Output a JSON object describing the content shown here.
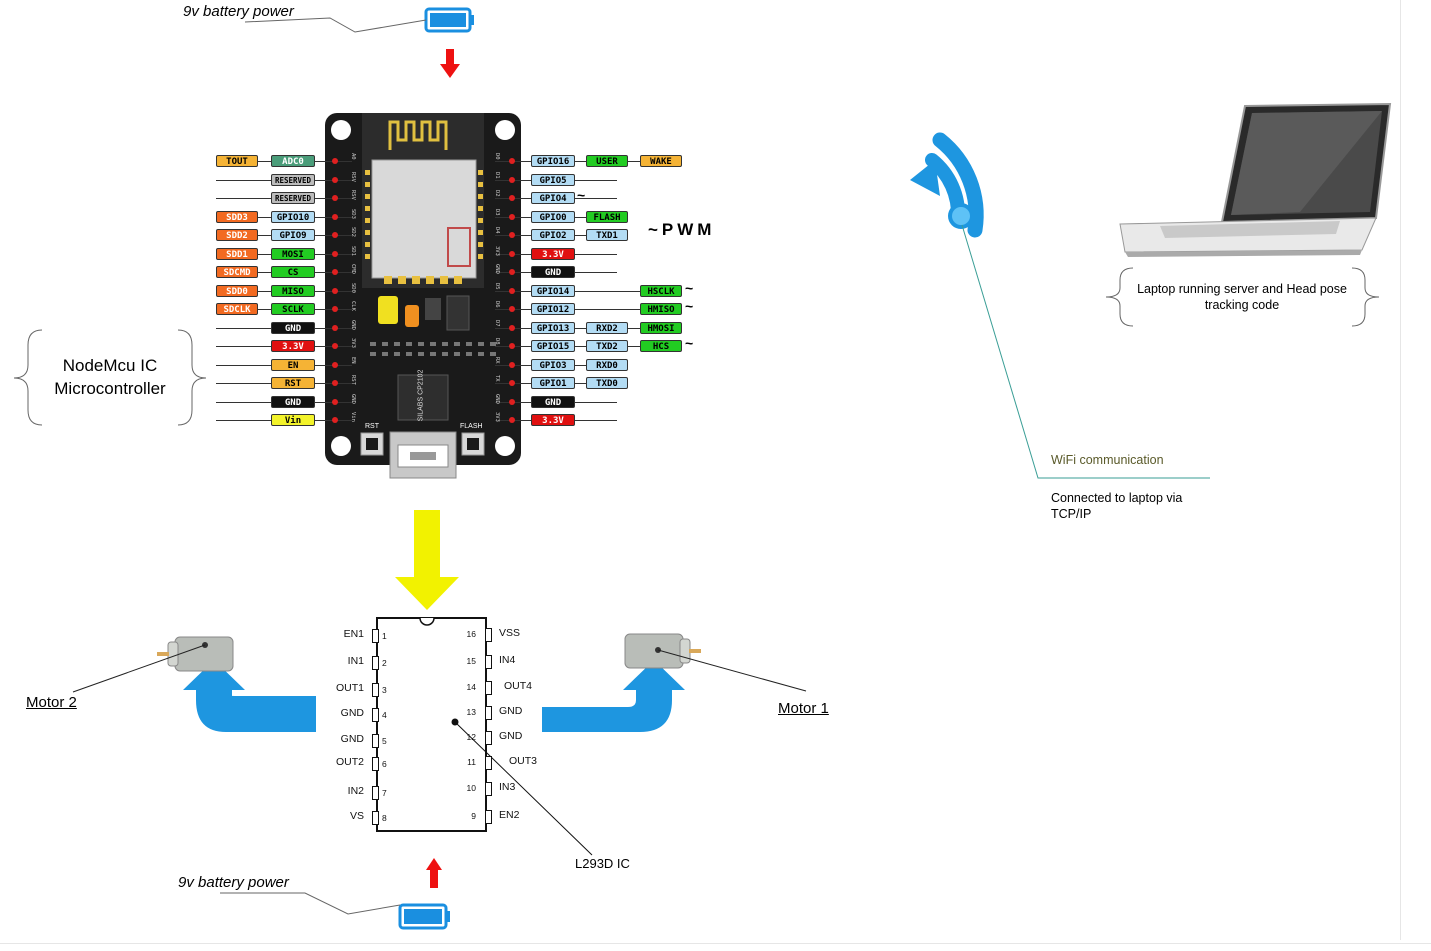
{
  "labels": {
    "battery_top": "9v battery  power",
    "battery_bottom": "9v battery power",
    "nodemcu": "NodeMcu IC Microcontroller",
    "pwm": "~PWM",
    "motor1": "Motor 1",
    "motor2": "Motor 2",
    "l293d": "L293D IC",
    "laptop": "Laptop running server and Head pose tracking code",
    "wifi_comm": "WiFi communication",
    "wifi_conn": "Connected to laptop via TCP/IP",
    "rst": "RST",
    "flash": "FLASH",
    "silabs": "SILABS CP2102"
  },
  "nodemcu_left_pins": [
    {
      "outer": "TOUT",
      "inner": "ADC0",
      "code": "A0"
    },
    {
      "outer": "",
      "inner": "RESERVED",
      "code": "RSV"
    },
    {
      "outer": "",
      "inner": "RESERVED",
      "code": "RSV"
    },
    {
      "outer": "SDD3",
      "inner": "GPIO10",
      "code": "SD3"
    },
    {
      "outer": "SDD2",
      "inner": "GPIO9",
      "code": "SD2"
    },
    {
      "outer": "SDD1",
      "inner": "MOSI",
      "code": "SD1"
    },
    {
      "outer": "SDCMD",
      "inner": "CS",
      "code": "CMD"
    },
    {
      "outer": "SDD0",
      "inner": "MISO",
      "code": "SD0"
    },
    {
      "outer": "SDCLK",
      "inner": "SCLK",
      "code": "CLK"
    },
    {
      "outer": "",
      "inner": "GND",
      "code": "GND"
    },
    {
      "outer": "",
      "inner": "3.3V",
      "code": "3V3"
    },
    {
      "outer": "",
      "inner": "EN",
      "code": "EN"
    },
    {
      "outer": "",
      "inner": "RST",
      "code": "RST"
    },
    {
      "outer": "",
      "inner": "GND",
      "code": "GND"
    },
    {
      "outer": "",
      "inner": "Vin",
      "code": "Vin"
    }
  ],
  "nodemcu_right_pins": [
    {
      "code": "D0",
      "p1": "GPIO16",
      "p2": "USER",
      "p3": "WAKE",
      "pwm": false
    },
    {
      "code": "D1",
      "p1": "GPIO5",
      "p2": "",
      "p3": "",
      "pwm": false
    },
    {
      "code": "D2",
      "p1": "GPIO4",
      "p2": "",
      "p3": "",
      "pwm": true
    },
    {
      "code": "D3",
      "p1": "GPIO0",
      "p2": "FLASH",
      "p3": "",
      "pwm": false
    },
    {
      "code": "D4",
      "p1": "GPIO2",
      "p2": "TXD1",
      "p3": "",
      "pwm": false
    },
    {
      "code": "3V3",
      "p1": "3.3V",
      "p2": "",
      "p3": "",
      "pwm": false
    },
    {
      "code": "GND",
      "p1": "GND",
      "p2": "",
      "p3": "",
      "pwm": false
    },
    {
      "code": "D5",
      "p1": "GPIO14",
      "p2": "",
      "p3": "HSCLK",
      "pwm": true
    },
    {
      "code": "D6",
      "p1": "GPIO12",
      "p2": "",
      "p3": "HMISO",
      "pwm": true
    },
    {
      "code": "D7",
      "p1": "GPIO13",
      "p2": "RXD2",
      "p3": "HMOSI",
      "pwm": false
    },
    {
      "code": "D8",
      "p1": "GPIO15",
      "p2": "TXD2",
      "p3": "HCS",
      "pwm": true
    },
    {
      "code": "RX",
      "p1": "GPIO3",
      "p2": "RXD0",
      "p3": "",
      "pwm": false
    },
    {
      "code": "TX",
      "p1": "GPIO1",
      "p2": "TXD0",
      "p3": "",
      "pwm": false
    },
    {
      "code": "GND",
      "p1": "GND",
      "p2": "",
      "p3": "",
      "pwm": false
    },
    {
      "code": "3V3",
      "p1": "3.3V",
      "p2": "",
      "p3": "",
      "pwm": false
    }
  ],
  "l293d_left": [
    {
      "name": "EN1",
      "num": "1"
    },
    {
      "name": "IN1",
      "num": "2"
    },
    {
      "name": "OUT1",
      "num": "3"
    },
    {
      "name": "GND",
      "num": "4"
    },
    {
      "name": "GND",
      "num": "5"
    },
    {
      "name": "OUT2",
      "num": "6"
    },
    {
      "name": "IN2",
      "num": "7"
    },
    {
      "name": "VS",
      "num": "8"
    }
  ],
  "l293d_right": [
    {
      "name": "VSS",
      "num": "16"
    },
    {
      "name": "IN4",
      "num": "15"
    },
    {
      "name": "OUT4",
      "num": "14"
    },
    {
      "name": "GND",
      "num": "13"
    },
    {
      "name": "GND",
      "num": "12"
    },
    {
      "name": "OUT3",
      "num": "11"
    },
    {
      "name": "IN3",
      "num": "10"
    },
    {
      "name": "EN2",
      "num": "9"
    }
  ],
  "colors": {
    "tout": "#f5b335",
    "adc": "#4a9d7a",
    "reserved": "#bcbcbc",
    "sd": "#f26a21",
    "gpio": "#b3dcf4",
    "spi": "#22cc22",
    "gnd": "#111111",
    "v33": "#e01010",
    "en": "#f5b335",
    "vin": "#f3f32a",
    "wake": "#f5b335",
    "arrow_red": "#ee1111",
    "arrow_yellow": "#f2f200",
    "arrow_blue": "#1e96e0",
    "battery": "#1a8fe0",
    "wifi": "#1e96e0",
    "leader": "#3a9e96"
  }
}
